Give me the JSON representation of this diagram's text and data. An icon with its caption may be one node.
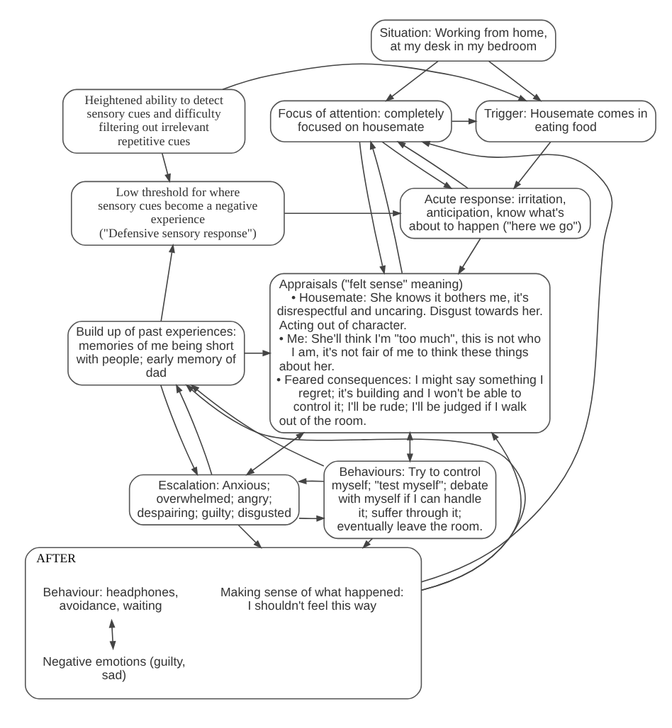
{
  "diagram": {
    "nodes": [
      {
        "text": [
          "Situation: Working from home, at my desk in my bedroom"
        ]
      },
      {
        "text": [
          "Heightened ability to detect sensory cues and difficulty filtering out irrelevant repetitive cues"
        ]
      },
      {
        "text": [
          "Trigger: Housemate comes in eating food"
        ]
      },
      {
        "text": [
          "Focus of attention: completely focused on housemate"
        ]
      },
      {
        "text": [
          "Low threshold for where sensory cues become a negative experience",
          "(\"Defensive sensory response\")"
        ]
      },
      {
        "text": [
          "Acute response: irritation, anticipation, know what's about to happen (\"here we go\")"
        ]
      },
      {
        "text": [
          "Appraisals (\"felt sense\" meaning)",
          "• Housemate: She knows it bothers me, it's disrespectful and uncaring. Disgust towards her. Acting out of character.",
          "• Me: She'll think I'm \"too much\", this is not who I am, it's not fair of me to think these things about her.",
          "• Feared consequences: I might say something I regret; it's building and I won't be able to control it; I'll be rude; I'll be judged if I walk out of the room."
        ]
      },
      {
        "text": [
          "Build up of past experiences: memories of me being short with people; early memory of dad"
        ]
      },
      {
        "text": [
          "Escalation: Anxious; overwhelmed; angry; despairing; guilty; disgusted"
        ]
      },
      {
        "text": [
          "Behaviours: Try to control myself; \"test myself\"; debate with myself if I can handle it; suffer through it; eventually leave the room."
        ]
      },
      {
        "text": [
          "AFTER"
        ]
      },
      {
        "text": [
          "Making sense of what happened: I shouldn't feel this way"
        ],
        "in": 10
      },
      {
        "text": [
          "Behaviour: headphones, avoidance, waiting"
        ],
        "in": 10
      },
      {
        "text": [
          "Negative emotions (guilty, sad)"
        ],
        "in": 10
      }
    ],
    "edges": [
      {
        "from": 0,
        "to": 2,
        "arrow": "to"
      },
      {
        "from": 0,
        "to": 3,
        "arrow": "to"
      },
      {
        "from": 1,
        "to": 2,
        "arrow": "to"
      },
      {
        "from": 1,
        "to": 4,
        "arrow": "to"
      },
      {
        "from": 3,
        "to": 2,
        "arrow": "to"
      },
      {
        "from": 2,
        "to": 5,
        "arrow": "to"
      },
      {
        "from": 4,
        "to": 5,
        "arrow": "to"
      },
      {
        "from": 5,
        "to": 3,
        "arrow": "to"
      },
      {
        "from": 3,
        "to": 5,
        "arrow": "to"
      },
      {
        "from": 5,
        "to": 6,
        "arrow": "to"
      },
      {
        "from": 3,
        "to": 6,
        "arrow": "to"
      },
      {
        "from": 6,
        "to": 3,
        "arrow": "to"
      },
      {
        "from": 7,
        "to": 4,
        "arrow": "to"
      },
      {
        "from": 7,
        "to": 6,
        "arrow": "to"
      },
      {
        "from": 7,
        "to": 8,
        "arrow": "to"
      },
      {
        "from": 6,
        "to": 8,
        "arrow": "both"
      },
      {
        "from": 6,
        "to": 9,
        "arrow": "both"
      },
      {
        "from": 8,
        "to": 9,
        "arrow": "to"
      },
      {
        "from": 9,
        "to": 8,
        "arrow": "to"
      },
      {
        "from": 8,
        "to": 10,
        "arrow": "to"
      },
      {
        "from": 9,
        "to": 10,
        "arrow": "to"
      },
      {
        "from": 8,
        "to": 7,
        "arrow": "to"
      },
      {
        "from": 9,
        "to": 7,
        "arrow": "to"
      },
      {
        "from": 10,
        "to": 7,
        "arrow": "to"
      },
      {
        "from": 10,
        "to": 3,
        "arrow": "to"
      },
      {
        "from": 10,
        "to": 6,
        "arrow": "to"
      },
      {
        "from": 12,
        "to": 13,
        "arrow": "both"
      }
    ]
  }
}
